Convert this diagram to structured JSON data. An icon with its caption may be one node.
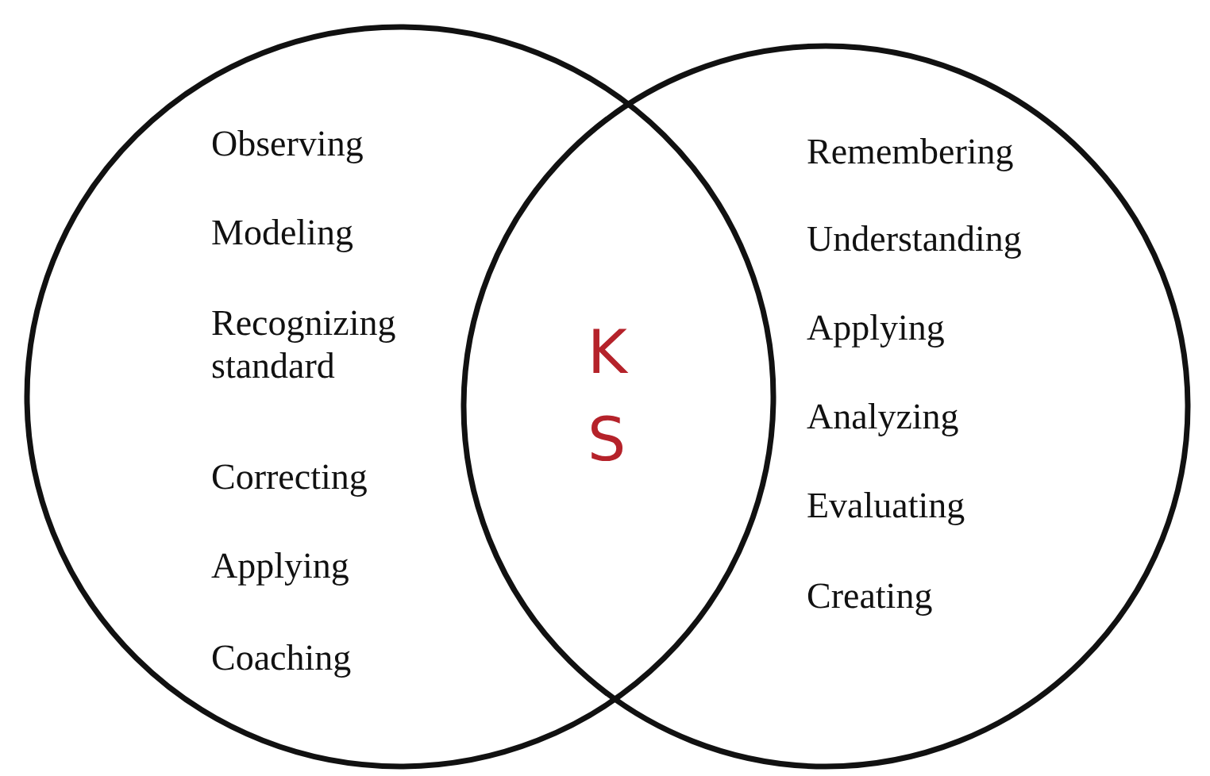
{
  "diagram": {
    "nodes": [
      {
        "text": [
          "Observing",
          "Modeling",
          "Recognizing standard",
          "Correcting",
          "Applying",
          "Coaching"
        ]
      },
      {
        "text": [
          "Remembering",
          "Understanding",
          "Applying",
          "Analyzing",
          "Evaluating",
          "Creating"
        ]
      }
    ],
    "labels": [
      "K",
      "S"
    ]
  }
}
